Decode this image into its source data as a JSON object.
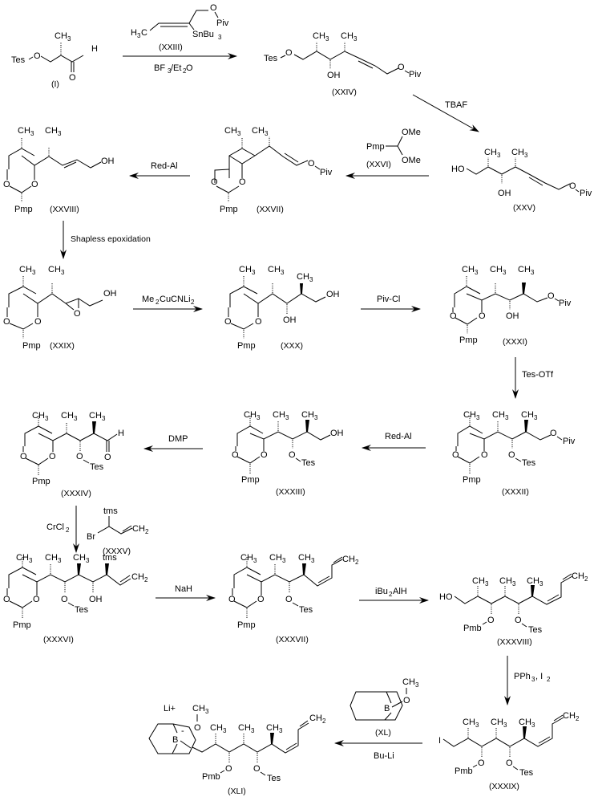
{
  "scheme": {
    "title": "Synthesis scheme (XXIII)–(XLI)",
    "colors": {
      "ink": "#000000",
      "background": "#ffffff"
    },
    "atoms": {
      "ch3": "CH",
      "sub3": "3",
      "ch2": "CH",
      "sub2": "2",
      "o": "O",
      "oh": "OH",
      "ho": "HO",
      "h": "H",
      "tes": "Tes",
      "piv": "Piv",
      "pmp": "Pmp",
      "pmb": "Pmb",
      "tms": "tms",
      "br": "Br",
      "i": "I",
      "b": "B",
      "bminus": "-",
      "li": "Li+",
      "ome": "OMe",
      "h3c": "H",
      "h3c_c": "C",
      "snbu": "SnBu"
    },
    "compounds": {
      "c1": "(I)",
      "c23": "(XXIII)",
      "c24": "(XXIV)",
      "c25": "(XXV)",
      "c26": "(XXVI)",
      "c27": "(XXVII)",
      "c28": "(XXVIII)",
      "c29": "(XXIX)",
      "c30": "(XXX)",
      "c31": "(XXXI)",
      "c32": "(XXXII)",
      "c33": "(XXXIII)",
      "c34": "(XXXIV)",
      "c35": "(XXXV)",
      "c36": "(XXXVI)",
      "c37": "(XXXVII)",
      "c38": "(XXXVIII)",
      "c39": "(XXXIX)",
      "c40": "(XL)",
      "c41": "(XLI)"
    },
    "reagents": {
      "r1": "BF",
      "r1_sub1": "3",
      "r1_mid": "/Et",
      "r1_sub2": "2",
      "r1_end": "O",
      "r2": "TBAF",
      "r3": "Red-Al",
      "r4": "Shapless epoxidation",
      "r5": "Me",
      "r5_sub1": "2",
      "r5_mid": "CuCNLi",
      "r5_sub2": "2",
      "r6": "Piv-Cl",
      "r7": "Tes-OTf",
      "r8": "Red-Al",
      "r9": "DMP",
      "r10": "CrCl",
      "r10_sub": "2",
      "r11": "NaH",
      "r12": "iBu",
      "r12_sub": "2",
      "r12_end": "AlH",
      "r13": "PPh",
      "r13_sub": "3",
      "r13_mid": ", I",
      "r13_sub2": "2",
      "r14": "Bu-Li"
    }
  }
}
